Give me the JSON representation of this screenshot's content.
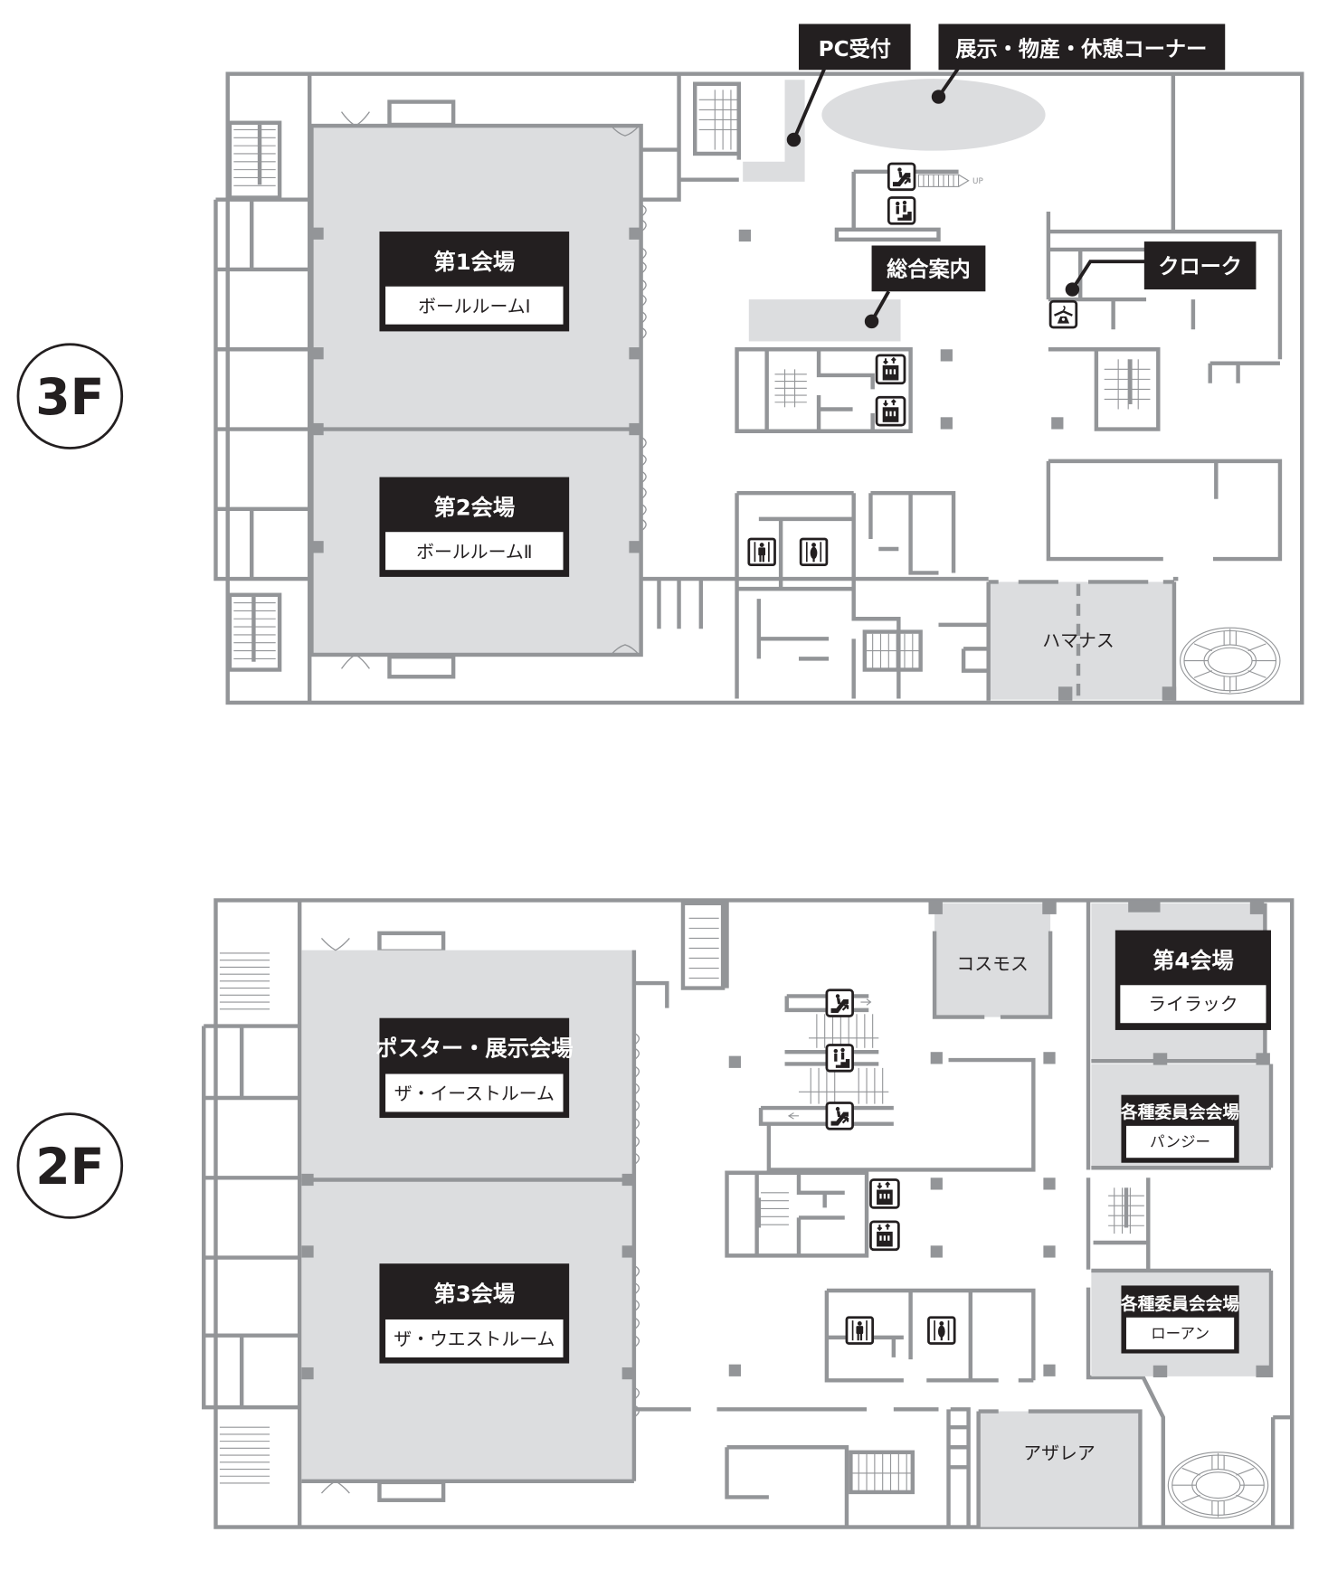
{
  "floors": [
    {
      "id": "3F",
      "badge": "3F",
      "venues": [
        {
          "title": "第1会場",
          "subtitle": "ボールルームⅠ"
        },
        {
          "title": "第2会場",
          "subtitle": "ボールルームⅡ"
        }
      ],
      "rooms": [
        {
          "name": "ハマナス"
        }
      ],
      "callouts": [
        {
          "label": "PC受付"
        },
        {
          "label": "展示・物産・休憩コーナー"
        },
        {
          "label": "総合案内"
        },
        {
          "label": "クローク"
        }
      ],
      "escalator_direction": "UP",
      "icons": [
        "escalator-icon",
        "stairs-people-icon",
        "elevator-icon",
        "elevator-icon",
        "mens-restroom-icon",
        "womens-restroom-icon",
        "cloakroom-icon"
      ]
    },
    {
      "id": "2F",
      "badge": "2F",
      "venues": [
        {
          "title": "ポスター・展示会場",
          "subtitle": "ザ・イーストルーム"
        },
        {
          "title": "第3会場",
          "subtitle": "ザ・ウエストルーム"
        },
        {
          "title": "第4会場",
          "subtitle": "ライラック"
        },
        {
          "title": "各種委員会会場",
          "subtitle": "パンジー"
        },
        {
          "title": "各種委員会会場",
          "subtitle": "ローアン"
        }
      ],
      "rooms": [
        {
          "name": "コスモス"
        },
        {
          "name": "アザレア"
        }
      ],
      "icons": [
        "escalator-icon",
        "stairs-people-icon",
        "escalator-icon",
        "elevator-icon",
        "elevator-icon",
        "mens-restroom-icon",
        "womens-restroom-icon"
      ]
    }
  ],
  "colors": {
    "wall": "#939598",
    "room_fill": "#dcdddf",
    "label_dark": "#231f20",
    "label_light": "#ffffff"
  }
}
